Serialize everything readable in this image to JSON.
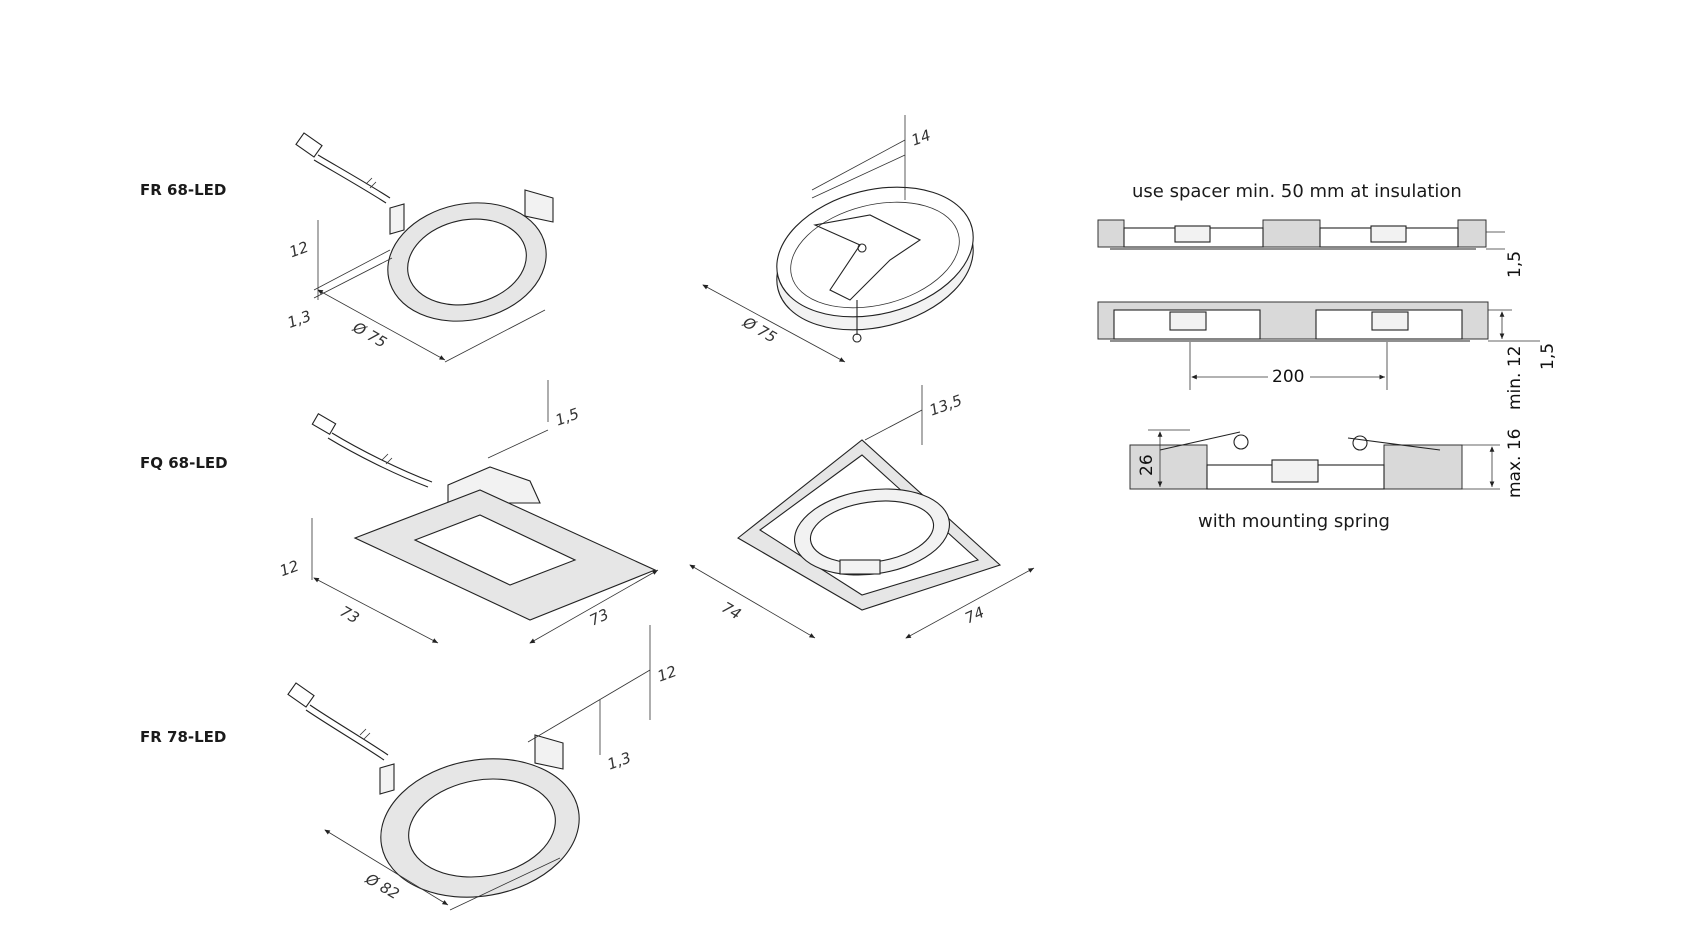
{
  "products": {
    "fr68": "FR 68-LED",
    "fq68": "FQ 68-LED",
    "fr78": "FR 78-LED"
  },
  "dimensions": {
    "fr68_height": "12",
    "fr68_rim": "1,3",
    "fr68_diameter": "Ø 75",
    "spacer_round_height": "14",
    "spacer_round_diameter": "Ø 75",
    "fq68_rim": "1,5",
    "fq68_height": "12",
    "fq68_side_a": "73",
    "fq68_side_b": "73",
    "spacer_square_height": "13,5",
    "spacer_square_side_a": "74",
    "spacer_square_side_b": "74",
    "fr78_height": "12",
    "fr78_rim": "1,3",
    "fr78_diameter": "Ø 82"
  },
  "installation": {
    "spacer_note": "use spacer min. 50 mm at insulation",
    "dim_top_rim": "1,5",
    "dim_spacing": "200",
    "dim_min_depth": "min. 12",
    "dim_mid_rim": "1,5",
    "dim_board": "26",
    "dim_max_depth": "max. 16",
    "spring_note": "with mounting spring"
  }
}
